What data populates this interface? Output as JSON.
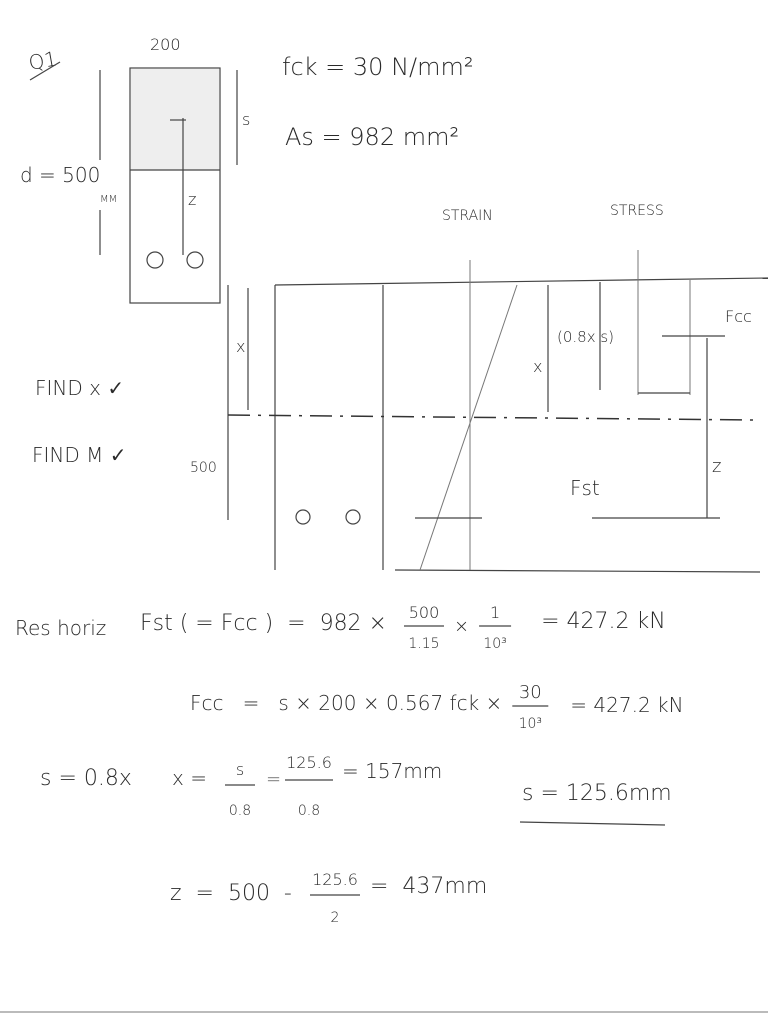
{
  "header": {
    "question": "Q1",
    "width_label": "200",
    "depth_label": "d = 500",
    "depth_unit": "MM",
    "s_label": "s",
    "z_label": "z",
    "fck": "fck = 30 N/mm²",
    "as": "As = 982 mm²"
  },
  "diagram": {
    "strain_label": "STRAIN",
    "stress_label": "STRESS",
    "x_label": "x",
    "depth_500": "500",
    "x_label_strain": "x",
    "block_label": "(0.8x  s)",
    "fcc_label": "Fcc",
    "fst_label": "Fst",
    "z_label": "z"
  },
  "tasks": [
    "FIND x ✓",
    "FIND M ✓"
  ],
  "working": {
    "res_horiz": "Res horiz",
    "line1_lhs": "Fst ( = Fcc )  =  982 × ",
    "line1_frac1_num": "500",
    "line1_frac1_den": "1.15",
    "line1_times": "×",
    "line1_frac2_num": "1",
    "line1_frac2_den": "10³",
    "line1_result": "= 427.2 kN",
    "line2_lhs": "Fcc   =   s × 200 × 0.567 fck ×",
    "line2_frac_num": "30",
    "line2_frac_den": "10³",
    "line2_result": "= 427.2 kN",
    "s_eq": "s = 0.8x",
    "x_eq_lhs": "x  =",
    "x_frac1_num": "s",
    "x_frac1_den": "0.8",
    "x_eq_mid": "=",
    "x_frac2_num": "125.6",
    "x_frac2_den": "0.8",
    "x_result": "= 157mm",
    "s_result": "s =  125.6mm",
    "z_eq_lhs": "z  =  500  -",
    "z_frac_num": "125.6",
    "z_frac_den": "2",
    "z_result": "=  437mm"
  }
}
